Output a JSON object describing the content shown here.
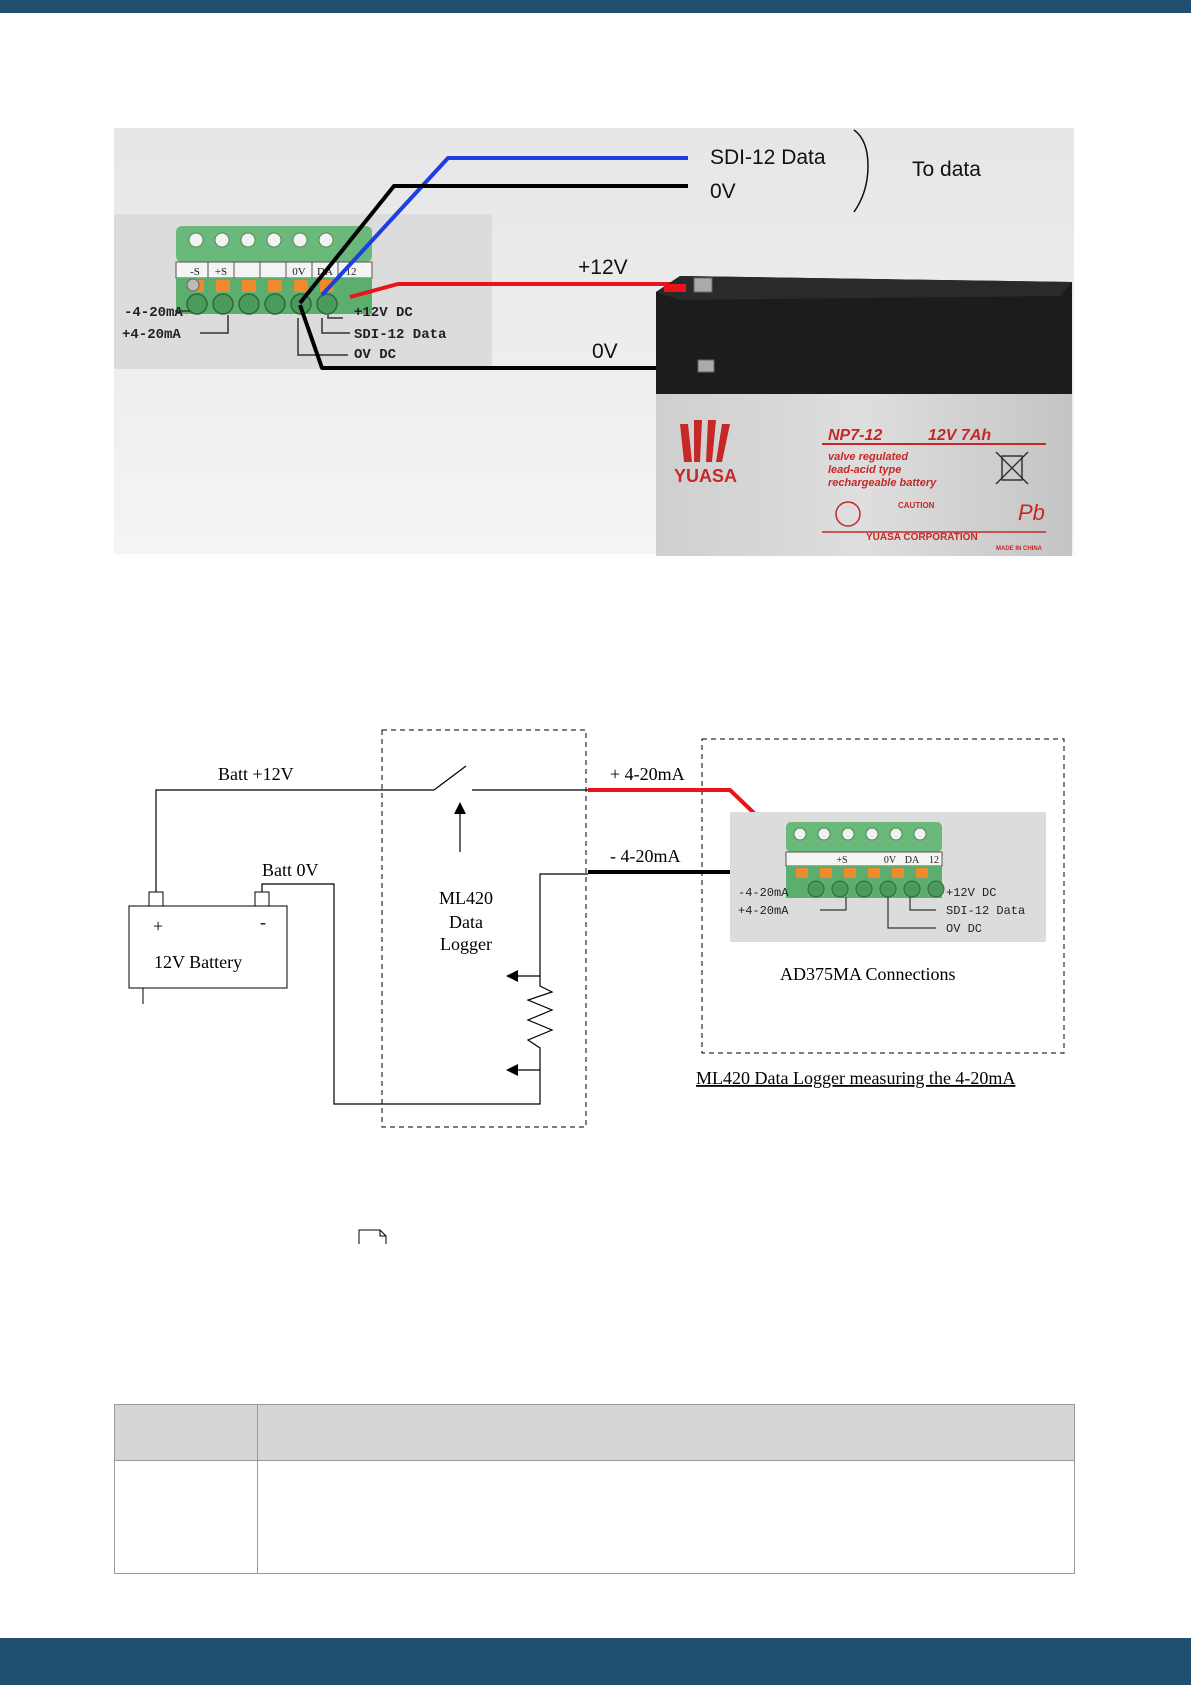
{
  "photo_diagram": {
    "sdi12_label": "SDI-12 Data",
    "ov_top_label": "0V",
    "to_data_label": "To data",
    "plus12v_label": "+12V",
    "ov_batt_label": "0V",
    "terminal_header": [
      "-S",
      "+S",
      "",
      "0V",
      "DA",
      "12"
    ],
    "terminal_left_labels": [
      "-4-20mA",
      "+4-20mA"
    ],
    "terminal_right_labels": [
      "+12V DC",
      "SDI-12 Data",
      "OV DC"
    ],
    "battery": {
      "model": "NP7-12",
      "rating": "12V 7Ah",
      "brand": "YUASA",
      "desc1": "valve regulated",
      "desc2": "lead-acid type",
      "desc3": "rechargeable battery",
      "corp": "YUASA CORPORATION",
      "made": "MADE IN CHINA",
      "pb": "Pb",
      "caution": "CAUTION"
    }
  },
  "schematic": {
    "batt_plus_label": "Batt +12V",
    "batt_0v_label": "Batt 0V",
    "battery_label": "12V Battery",
    "plus_sign": "+",
    "minus_sign": "-",
    "logger_line1": "ML420",
    "logger_line2": "Data",
    "logger_line3": "Logger",
    "plus_420_label": "+ 4-20mA",
    "minus_420_label": "- 4-20mA",
    "connections_label": "AD375MA Connections",
    "caption": "ML420 Data Logger measuring the 4-20mA"
  },
  "colors": {
    "header_bar": "#1f4e6e",
    "wire_red": "#e8141a",
    "wire_blue": "#1d3fe0",
    "wire_black": "#000000",
    "terminal_green": "#5cae6e",
    "terminal_orange": "#f08a2c"
  }
}
